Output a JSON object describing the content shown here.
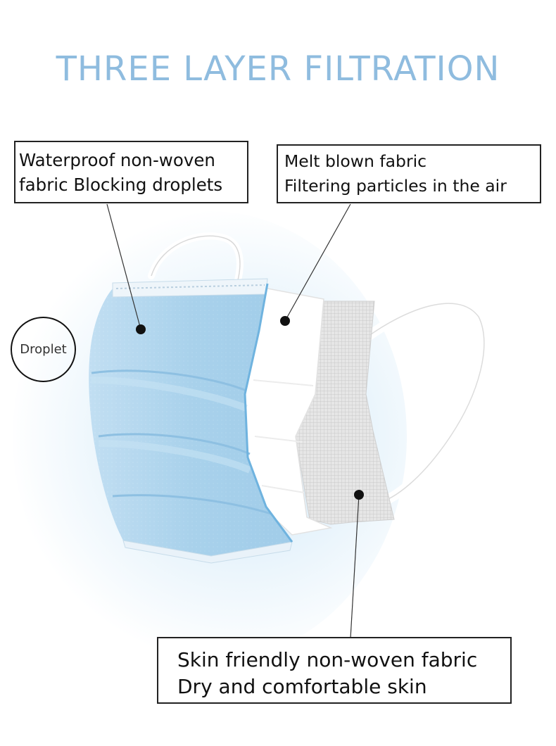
{
  "title": "THREE LAYER FILTRATION",
  "colors": {
    "title": "#8fbcdf",
    "mask_blue": "#a9d2ec",
    "mask_edge": "#6fb3df",
    "leader_line": "#333333",
    "box_border": "#222222"
  },
  "layers": {
    "outer": {
      "line1": "Waterproof non-woven",
      "line2": "fabric Blocking droplets"
    },
    "middle": {
      "line1": "Melt blown fabric",
      "line2": "Filtering particles in the air"
    },
    "inner": {
      "line1": "Skin friendly non-woven fabric",
      "line2": "Dry and comfortable skin"
    }
  },
  "droplet_label": "Droplet"
}
